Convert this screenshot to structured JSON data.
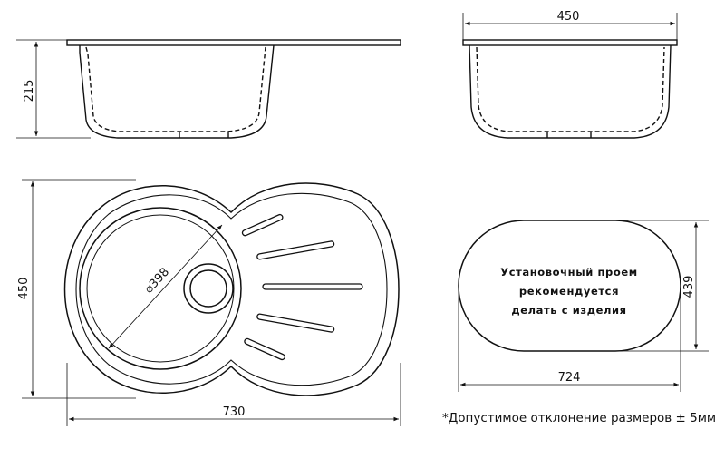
{
  "drawing": {
    "dimensions": {
      "side_depth": "215",
      "front_width": "450",
      "top_height": "450",
      "top_width": "730",
      "drain_diameter": "⌀398",
      "cutout_width": "724",
      "cutout_height": "439"
    },
    "cutout_text": [
      "Установочный проем",
      "рекомендуется",
      "делать с изделия"
    ],
    "tolerance_note": "*Допустимое отклонение размеров ± 5мм",
    "colors": {
      "line": "#111111",
      "background": "#ffffff"
    }
  }
}
